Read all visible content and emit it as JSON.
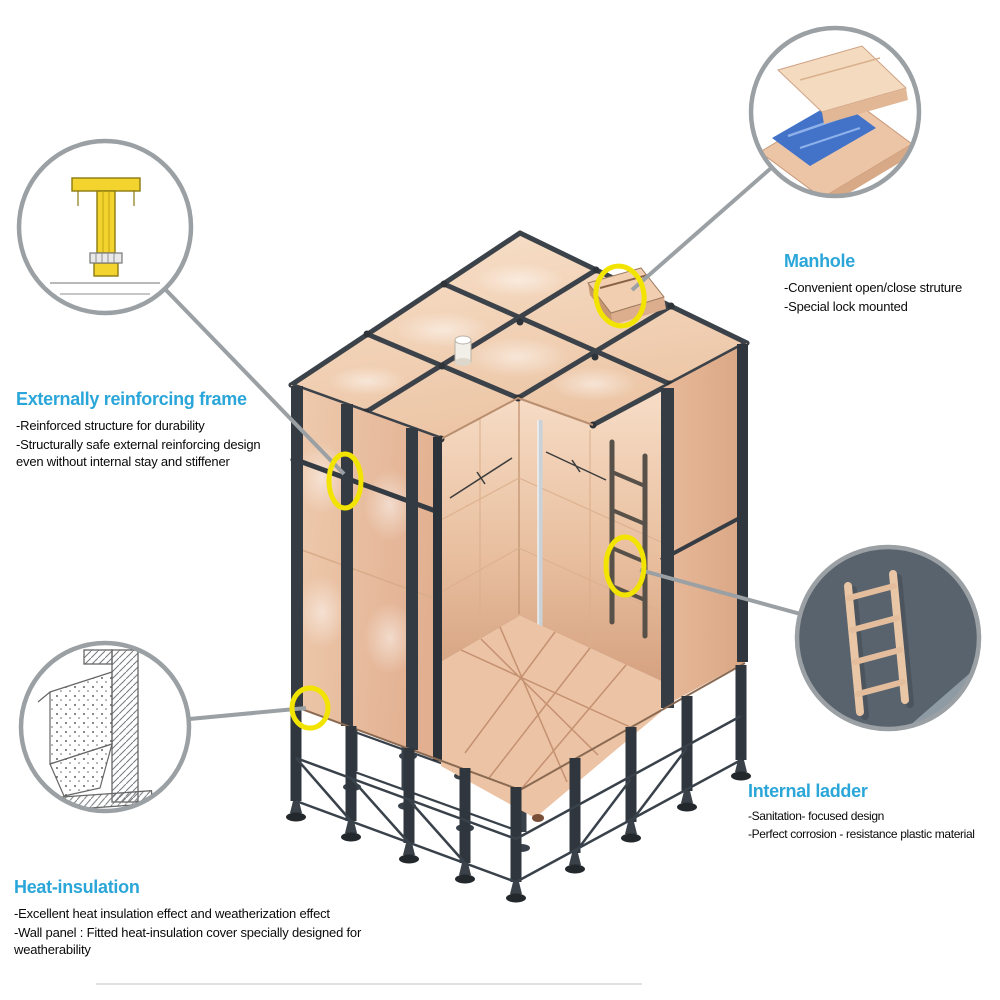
{
  "callouts": {
    "frame": {
      "heading": "Externally reinforcing frame",
      "bullets": [
        "-Reinforced structure for durability",
        "-Structurally safe external reinforcing design even without internal stay and stiffener"
      ],
      "illustration": "t-bracket-drawing-icon"
    },
    "manhole": {
      "heading": "Manhole",
      "bullets": [
        "-Convenient open/close struture",
        "-Special lock mounted"
      ],
      "illustration": "manhole-cover-photo-icon"
    },
    "ladder": {
      "heading": "Internal ladder",
      "bullets": [
        "-Sanitation- focused design",
        "-Perfect corrosion - resistance plastic material"
      ],
      "illustration": "internal-ladder-photo-icon"
    },
    "heat": {
      "heading": "Heat-insulation",
      "bullets": [
        "-Excellent heat insulation effect and  weatherization effect",
        "-Wall panel : Fitted heat-insulation cover  specially designed for weatherability"
      ],
      "illustration": "wall-cross-section-drawing-icon"
    }
  },
  "colors": {
    "heading_text": "#2ba6d9",
    "body_text": "#0a0a0a",
    "highlight_ellipse": "#f2e400",
    "callout_ring": "#9aa0a3",
    "connector_line": "#9aa0a3",
    "tank_panel_peach": "#eec9ab",
    "tank_frame_dark": "#343b42",
    "manhole_water_blue": "#4273c8"
  }
}
